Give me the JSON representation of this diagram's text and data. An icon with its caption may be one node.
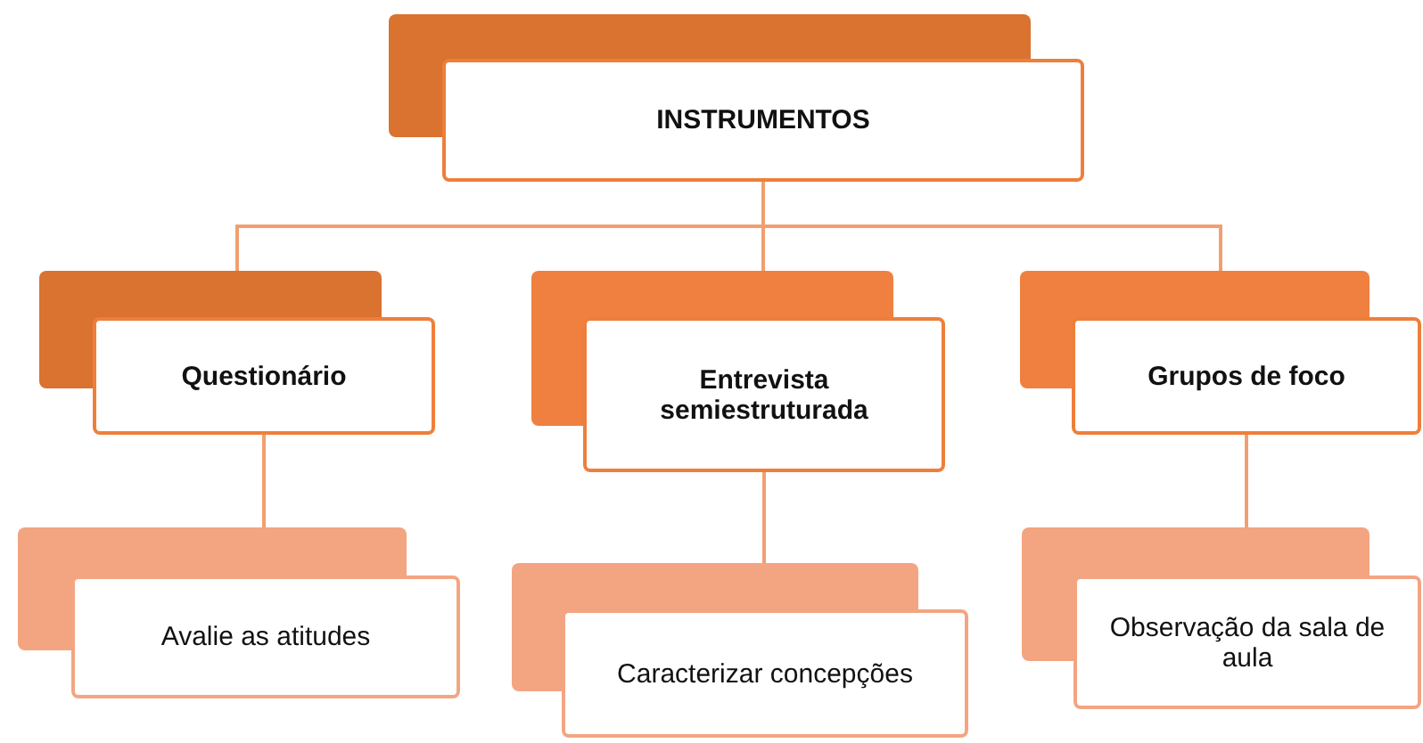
{
  "diagram": {
    "nodes": [
      {
        "text": [
          "INSTRUMENTOS"
        ]
      },
      {
        "text": [
          "Questionário"
        ]
      },
      {
        "text": [
          "Entrevista semiestruturada"
        ]
      },
      {
        "text": [
          "Grupos de foco"
        ]
      },
      {
        "text": [
          "Avalie as atitudes"
        ]
      },
      {
        "text": [
          "Caracterizar concepções"
        ]
      },
      {
        "text": [
          "Observação da sala de aula"
        ]
      }
    ],
    "edges": [
      {
        "from": 0,
        "to": 1,
        "arrow": "none"
      },
      {
        "from": 0,
        "to": 2,
        "arrow": "none"
      },
      {
        "from": 0,
        "to": 3,
        "arrow": "none"
      },
      {
        "from": 1,
        "to": 4,
        "arrow": "none"
      },
      {
        "from": 2,
        "to": 5,
        "arrow": "none"
      },
      {
        "from": 3,
        "to": 6,
        "arrow": "none"
      }
    ]
  }
}
